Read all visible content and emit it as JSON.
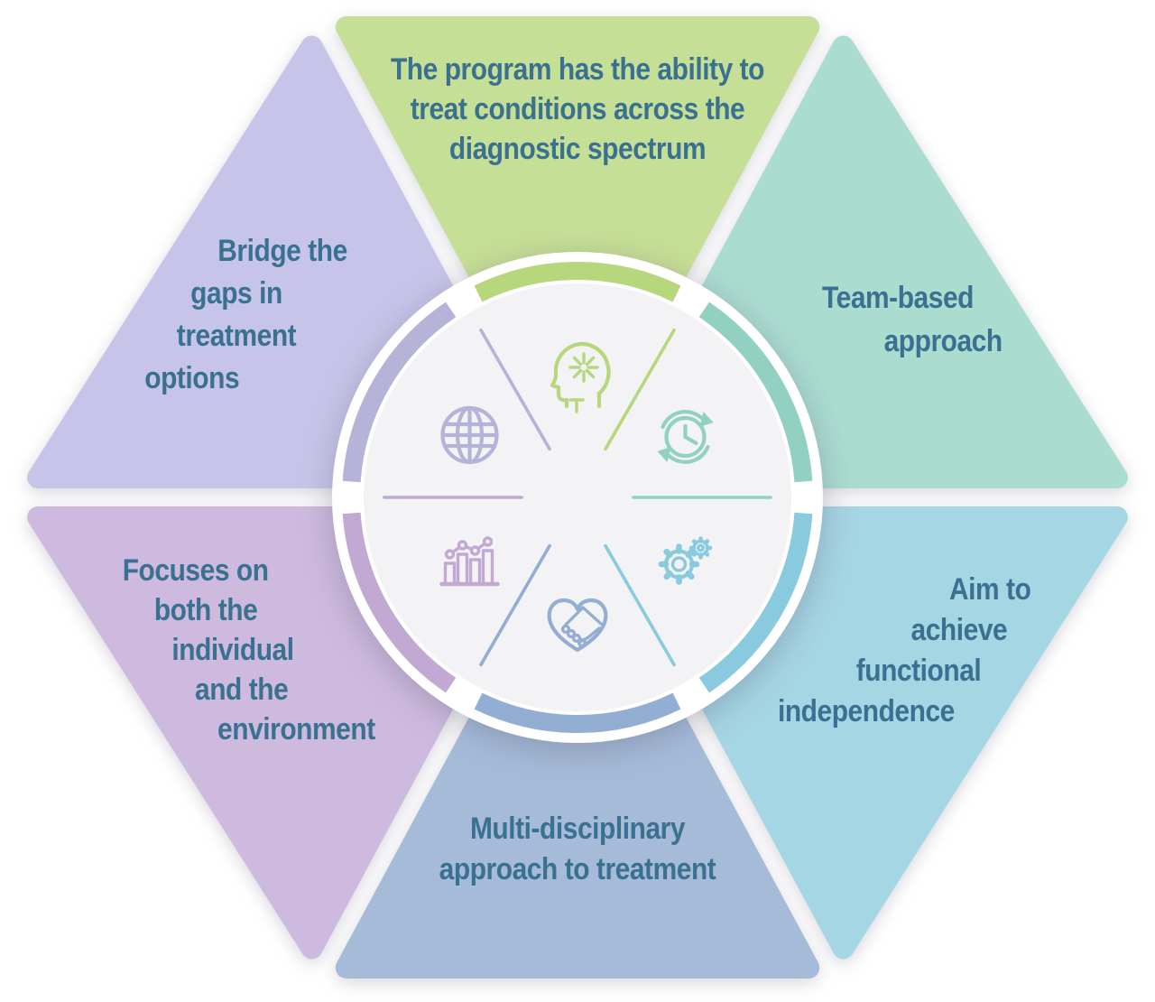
{
  "diagram": {
    "type": "hexagon-cycle-infographic",
    "text_color": "#3a7191",
    "background": "#ffffff",
    "inner_circle_color": "#f3f3f6",
    "hub_ring_color": "#ffffff"
  },
  "segments": [
    {
      "position": "top",
      "label": "The program has the ability to\ntreat conditions across the\ndiagnostic spectrum",
      "fill": "#c6df96",
      "accent": "#b7d77d",
      "icon": "head-idea-icon"
    },
    {
      "position": "top-right",
      "label": "Team-based\napproach",
      "fill": "#aadcd0",
      "accent": "#92d1c1",
      "icon": "clock-cycle-icon"
    },
    {
      "position": "bottom-right",
      "label": "Aim to\nachieve\nfunctional\nindependence",
      "fill": "#a5d6e4",
      "accent": "#89cade",
      "icon": "gears-icon"
    },
    {
      "position": "bottom",
      "label": "Multi-disciplinary\napproach to treatment",
      "fill": "#a5bbd8",
      "accent": "#92aed3",
      "icon": "handshake-icon"
    },
    {
      "position": "bottom-left",
      "label": "Focuses on\nboth the\nindividual\nand the\nenvironment",
      "fill": "#cebade",
      "accent": "#c1a9d4",
      "icon": "bar-chart-icon"
    },
    {
      "position": "top-left",
      "label": "Bridge the\ngaps in\ntreatment\noptions",
      "fill": "#c6c5e9",
      "accent": "#b5b3d8",
      "icon": "globe-icon"
    }
  ]
}
